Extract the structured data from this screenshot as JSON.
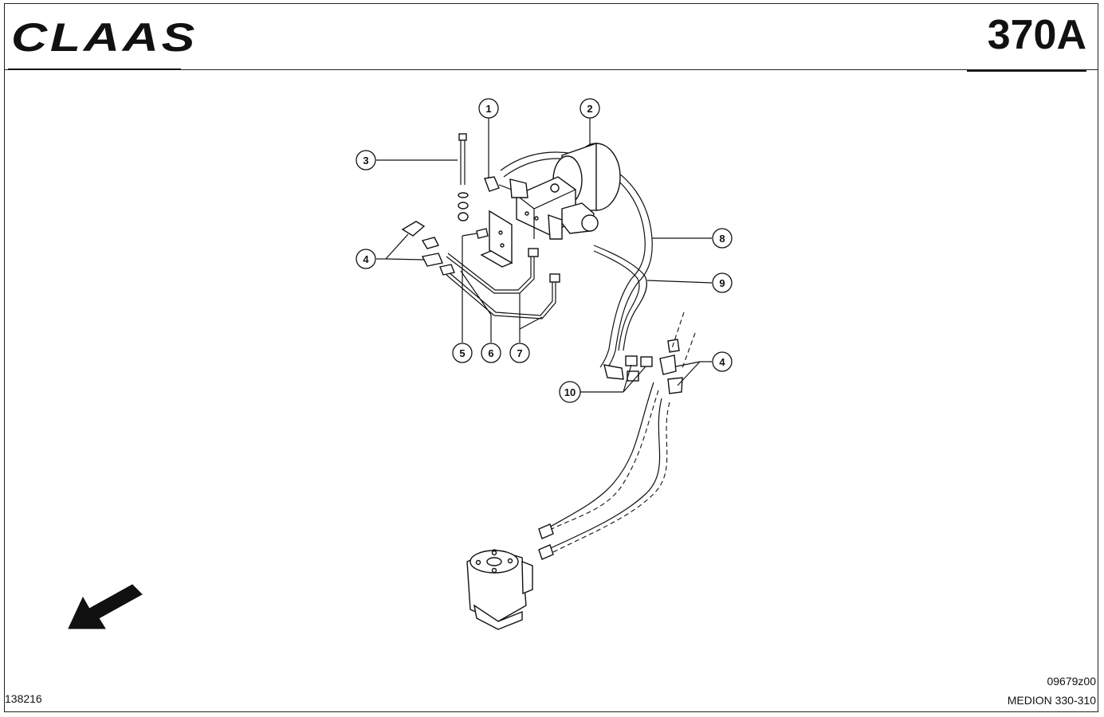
{
  "header": {
    "brand": "CLAAS",
    "page_number": "370A"
  },
  "footer": {
    "doc_id": "138216",
    "drawing_code": "09679z00",
    "model": "MEDION 330-310"
  },
  "callouts": [
    "1",
    "2",
    "3",
    "4",
    "4",
    "5",
    "6",
    "7",
    "8",
    "9",
    "10"
  ],
  "icons": {
    "direction_arrow": "arrow-down-left-icon"
  }
}
